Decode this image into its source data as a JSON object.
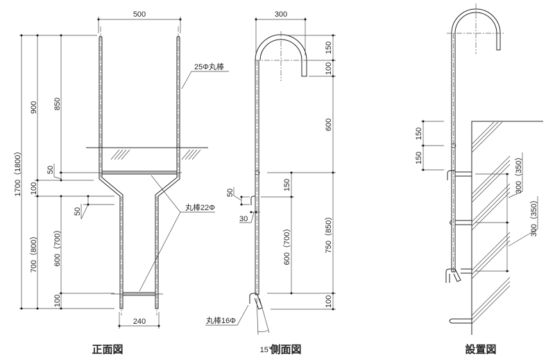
{
  "front_view": {
    "title": "正面図",
    "dims": {
      "width_top": "500",
      "width_bottom": "240",
      "total": "1700（1800）",
      "upper": "900",
      "upper_inner": "850",
      "gap_50_a": "50",
      "gap_100_mid": "100",
      "gap_50_b": "50",
      "lower": "700（800）",
      "lower_inner": "600（700）",
      "bottom_100": "100"
    },
    "labels": {
      "rail": "25Φ丸棒",
      "bar": "丸棒22Φ"
    }
  },
  "side_view": {
    "title": "側面図",
    "dims": {
      "width": "300",
      "arc_150": "150",
      "hook_100": "100",
      "mid_600": "600",
      "lower_750": "750（850）",
      "bottom_100": "100",
      "inner_150": "150",
      "inner_600": "600（700）",
      "small_50": "50",
      "small_30": "30",
      "angle": "15°"
    },
    "labels": {
      "foot": "丸棒16Φ"
    }
  },
  "install_view": {
    "title": "設置図",
    "dims": {
      "top_150": "150",
      "second_150": "150",
      "pitch_1": "300（350）",
      "pitch_2": "300（350）"
    }
  }
}
